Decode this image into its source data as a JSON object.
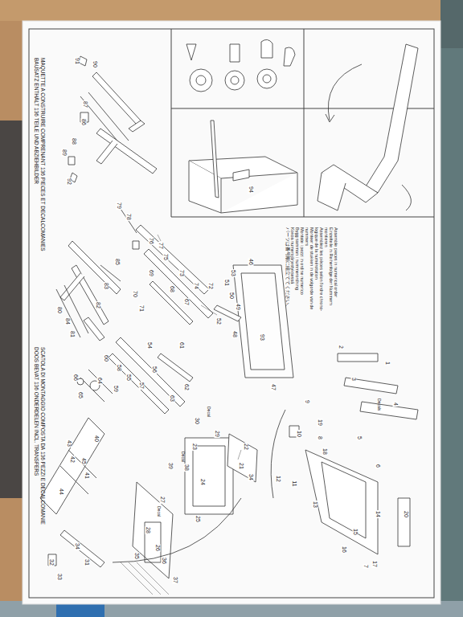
{
  "diagram": {
    "labels": [
      "BAUSATZ ENTHÄLT 136 TEILE UND ABZIEHBILDER",
      "MAQUETTE A CONSTRUIRE COMPRENANT 136 PIECES ET DECALCOMANIES",
      "DOOS BEVAT 136 ONDERDELEN INCL. TRANSFERS",
      "SCATOLA DI MONTAGGIO COMPOSTA DA 136 PEZZI E DECALCOMANIE",
      "Assemble pieces in numerical order",
      "Einzelteile in Reihenfolge der Nummern",
      "montieren",
      "Assemblez les pièces selon l'ordre chrono-",
      "logique de la numérotation",
      "Monteer de stukken in de volgorde van de",
      "nummers",
      "Montate i pezzi in ordine numerico",
      "Bygg samman i nummerordning",
      "Kokoa numerojärjestyksessä",
      "パーツは番号順に組立ててください。",
      "Decals",
      "Decal",
      "Decal",
      "Decal",
      "34",
      "1",
      "2",
      "3",
      "4",
      "5",
      "6",
      "7",
      "8",
      "9",
      "10",
      "11",
      "12",
      "13",
      "14",
      "15",
      "16",
      "17",
      "18",
      "19",
      "20",
      "21",
      "22",
      "23",
      "24",
      "25",
      "26",
      "27",
      "28",
      "29",
      "30",
      "31",
      "32",
      "33",
      "34",
      "35",
      "36",
      "37",
      "38",
      "39",
      "40",
      "41",
      "42",
      "43",
      "44",
      "45",
      "46",
      "47",
      "48",
      "49",
      "50",
      "51",
      "52",
      "53",
      "54",
      "55",
      "56",
      "57",
      "58",
      "59",
      "60",
      "61",
      "62",
      "63",
      "64",
      "65",
      "66",
      "67",
      "68",
      "69",
      "70",
      "71",
      "72",
      "73",
      "74",
      "75",
      "76",
      "77",
      "78",
      "79",
      "80",
      "81",
      "82",
      "83",
      "84",
      "85",
      "86",
      "87",
      "88",
      "89",
      "90",
      "91",
      "92",
      "93",
      "94"
    ]
  }
}
